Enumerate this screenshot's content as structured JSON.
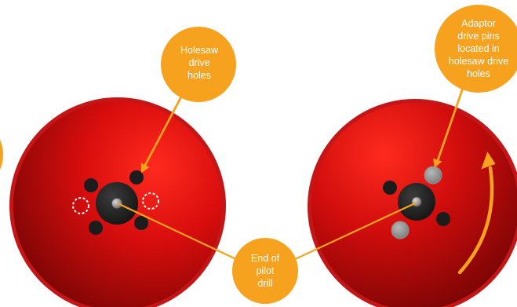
{
  "labels": {
    "holesaw_drive_holes": [
      "Holesaw",
      "drive",
      "holes"
    ],
    "adaptor_drive_pins": [
      "Adaptor",
      "drive pins",
      "located in",
      "holesaw drive",
      "holes"
    ],
    "pilot_drill_end": [
      "End of",
      "pilot",
      "drill"
    ]
  },
  "colors": {
    "callout": "#f7a21e",
    "disc_light": "#f31a1a",
    "disc_dark": "#8e0606",
    "rim": "#c41616",
    "hub": "#2a2a2a",
    "hole": "#1c1c1c",
    "pin": "#9a9a9a"
  },
  "icons": {
    "rotation": "curved-arrow-icon"
  }
}
